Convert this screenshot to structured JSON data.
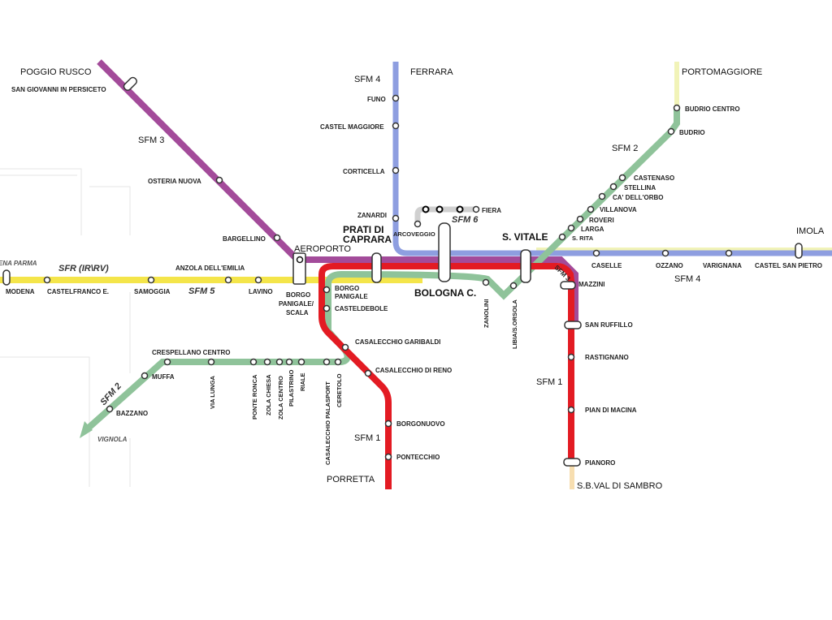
{
  "destinations": {
    "poggio_rusco": "POGGIO RUSCO",
    "ferrara": "FERRARA",
    "portomaggiore": "PORTOMAGGIORE",
    "imola": "IMOLA",
    "porretta": "PORRETTA",
    "sb_val_di_sambro": "S.B.VAL DI SAMBRO",
    "vignola": "VIGNOLA",
    "parma": "ENA PARMA"
  },
  "line_labels": {
    "sfm4_top": "SFM 4",
    "sfm3": "SFM 3",
    "sfm2_ne": "SFM 2",
    "sfm4_east": "SFM 4",
    "sfm1_mid": "SFM 1",
    "sfm1_south": "SFM 1",
    "sfm6": "SFM 6",
    "sfm5": "SFM 5",
    "sfr": "SFR (IR\\RV)",
    "sfm2_sw": "SFM 2",
    "sfm3_diag": "SFM 3"
  },
  "hubs": {
    "prati_line1": "PRATI DI",
    "prati_line2": "CAPRARA",
    "bologna_c": "BOLOGNA C.",
    "s_vitale": "S. VITALE",
    "aeroporto": "AEROPORTO"
  },
  "stations": {
    "san_giovanni": "SAN GIOVANNI IN PERSICETO",
    "osteria_nuova": "OSTERIA NUOVA",
    "bargellino": "BARGELLINO",
    "funo": "FUNO",
    "castel_maggiore": "CASTEL MAGGIORE",
    "corticella": "CORTICELLA",
    "zanardi": "ZANARDI",
    "arcoveggio": "ARCOVEGGIO",
    "fiera": "FIERA",
    "budrio_centro": "BUDRIO CENTRO",
    "budrio": "BUDRIO",
    "castenaso": "CASTENASO",
    "stellina": "STELLINA",
    "ca_dellorbo": "CA' DELL'ORBO",
    "villanova": "VILLANOVA",
    "roveri": "ROVERI",
    "larga": "LARGA",
    "s_rita": "S. RITA",
    "caselle": "CASELLE",
    "ozzano": "OZZANO",
    "varignana": "VARIGNANA",
    "castel_san_pietro": "CASTEL SAN PIETRO",
    "modena": "MODENA",
    "castelfranco": "CASTELFRANCO E.",
    "samoggia": "SAMOGGIA",
    "anzola": "ANZOLA DELL'EMILIA",
    "lavino": "LAVINO",
    "borgo_panigale_scala_1": "BORGO",
    "borgo_panigale_scala_2": "PANIGALE/",
    "borgo_panigale_scala_3": "SCALA",
    "borgo_panigale_1": "BORGO",
    "borgo_panigale_2": "PANIGALE",
    "casteldebole": "CASTELDEBOLE",
    "zanolini": "ZANOLINI",
    "libia": "LIBIA/S.ORSOLA",
    "mazzini": "MAZZINI",
    "san_ruffillo": "SAN RUFFILLO",
    "rastignano": "RASTIGNANO",
    "pian_di_macina": "PIAN DI MACINA",
    "pianoro": "PIANORO",
    "casalecchio_garibaldi": "CASALECCHIO GARIBALDI",
    "casalecchio_di_reno": "CASALECCHIO DI RENO",
    "borgonuovo": "BORGONUOVO",
    "pontecchio": "PONTECCHIO",
    "crespellano": "CRESPELLANO CENTRO",
    "muffa": "MUFFA",
    "bazzano": "BAZZANO",
    "via_lunga": "VIA LUNGA",
    "ponte_ronca": "PONTE RONCA",
    "zola_chiesa": "ZOLA CHIESA",
    "zola_centro": "ZOLA CENTRO",
    "pilastrino": "PILASTRINO",
    "riale": "RIALE",
    "casalecchio_palasport": "CASALECCHIO PALASPORT",
    "ceretolo": "CERETOLO"
  },
  "colors": {
    "sfm1": "#e31b23",
    "sfm2": "#8fc39a",
    "sfm3": "#a34b9a",
    "sfm4": "#8e9ee0",
    "sfm5": "#f4e54a",
    "sfm6": "#d0d0d0",
    "extension": "#f1f3b8"
  }
}
